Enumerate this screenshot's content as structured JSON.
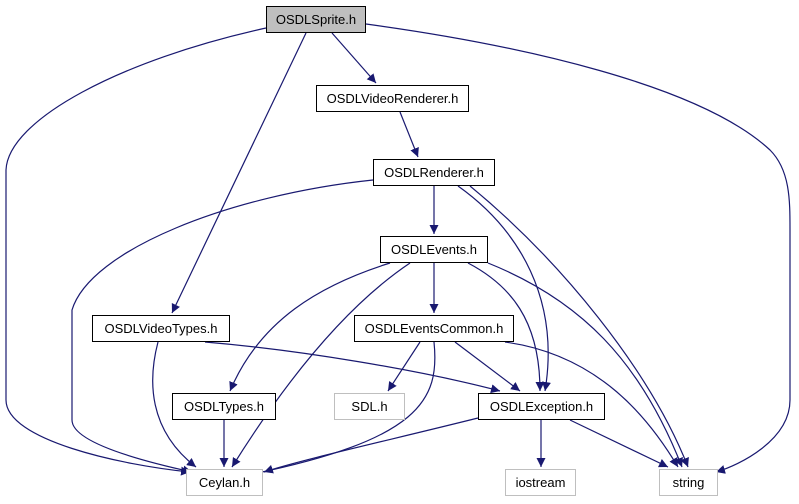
{
  "diagram": {
    "edge_color": "#191970",
    "root_fill": "#bfbfbf",
    "external_border": "#bfbfbf",
    "nodes": [
      {
        "id": "sprite",
        "label": "OSDLSprite.h",
        "kind": "root"
      },
      {
        "id": "videorenderer",
        "label": "OSDLVideoRenderer.h",
        "kind": "file"
      },
      {
        "id": "renderer",
        "label": "OSDLRenderer.h",
        "kind": "file"
      },
      {
        "id": "events",
        "label": "OSDLEvents.h",
        "kind": "file"
      },
      {
        "id": "videotypes",
        "label": "OSDLVideoTypes.h",
        "kind": "file"
      },
      {
        "id": "eventscommon",
        "label": "OSDLEventsCommon.h",
        "kind": "file"
      },
      {
        "id": "types",
        "label": "OSDLTypes.h",
        "kind": "file"
      },
      {
        "id": "sdl",
        "label": "SDL.h",
        "kind": "external"
      },
      {
        "id": "exception",
        "label": "OSDLException.h",
        "kind": "file"
      },
      {
        "id": "ceylan",
        "label": "Ceylan.h",
        "kind": "external"
      },
      {
        "id": "iostream",
        "label": "iostream",
        "kind": "external"
      },
      {
        "id": "string",
        "label": "string",
        "kind": "external"
      }
    ],
    "edges": [
      {
        "from": "sprite",
        "to": "videorenderer"
      },
      {
        "from": "sprite",
        "to": "videotypes"
      },
      {
        "from": "sprite",
        "to": "ceylan"
      },
      {
        "from": "sprite",
        "to": "string"
      },
      {
        "from": "videorenderer",
        "to": "renderer"
      },
      {
        "from": "renderer",
        "to": "events"
      },
      {
        "from": "renderer",
        "to": "ceylan"
      },
      {
        "from": "renderer",
        "to": "exception"
      },
      {
        "from": "renderer",
        "to": "string"
      },
      {
        "from": "events",
        "to": "eventscommon"
      },
      {
        "from": "events",
        "to": "types"
      },
      {
        "from": "events",
        "to": "ceylan"
      },
      {
        "from": "events",
        "to": "exception"
      },
      {
        "from": "events",
        "to": "string"
      },
      {
        "from": "videotypes",
        "to": "ceylan"
      },
      {
        "from": "videotypes",
        "to": "exception"
      },
      {
        "from": "eventscommon",
        "to": "sdl"
      },
      {
        "from": "eventscommon",
        "to": "exception"
      },
      {
        "from": "eventscommon",
        "to": "ceylan"
      },
      {
        "from": "eventscommon",
        "to": "string"
      },
      {
        "from": "types",
        "to": "ceylan"
      },
      {
        "from": "exception",
        "to": "ceylan"
      },
      {
        "from": "exception",
        "to": "iostream"
      },
      {
        "from": "exception",
        "to": "string"
      }
    ]
  }
}
